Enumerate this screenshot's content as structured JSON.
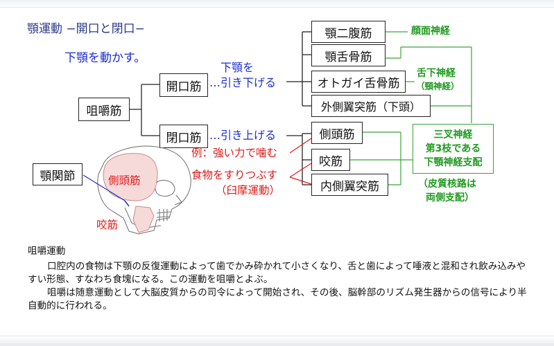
{
  "title": "顎運動 −開口と閉口−",
  "subtitle": "下顎を動かす。",
  "muscles": {
    "root": "咀嚼筋",
    "open": "開口筋",
    "close": "閉口筋",
    "digastric": "顎二腹筋",
    "mylohyoid": "顎舌骨筋",
    "geniohyoid": "オトガイ舌骨筋",
    "lateral_pterygoid": "外側翼突筋（下頭）",
    "temporalis": "側頭筋",
    "masseter": "咬筋",
    "medial_pterygoid": "内側翼突筋"
  },
  "actions": {
    "open_line1": "下顎を",
    "open_line2": "…引き下げる",
    "close": "…引き上げる"
  },
  "examples": {
    "line1": "例：強い力で噛む",
    "line2": "食物をすりつぶす",
    "line3": "（臼摩運動）"
  },
  "nerves": {
    "facial": "顔面神経",
    "hypoglossal": "舌下神経",
    "hypoglossal_sub": "（頸神経）",
    "trigeminal_line1": "三叉神経",
    "trigeminal_line2": "第3枝である",
    "trigeminal_line3": "下顎神経支配",
    "bilateral_line1": "（皮質核路は",
    "bilateral_line2": "両側支配）"
  },
  "skull": {
    "tmj_label": "顎関節",
    "temporalis_label": "側頭筋",
    "masseter_label": "咬筋"
  },
  "body_text": {
    "heading": "咀嚼運動",
    "p1": "口腔内の食物は下顎の反復運動によって歯でかみ砕かれて小さくなり、舌と歯によって唾液と混和され飲み込みやすい形態、すなわち食塊になる。この運動を咀嚼とよぶ。",
    "p2": "咀嚼は随意運動として大脳皮質からの司令によって開始され、その後、脳幹部のリズム発生器からの信号により半自動的に行われる。"
  },
  "colors": {
    "blue": "#1a2bd6",
    "red": "#e01818",
    "green": "#1f9a1f",
    "title_blue": "#2a3a8a"
  }
}
